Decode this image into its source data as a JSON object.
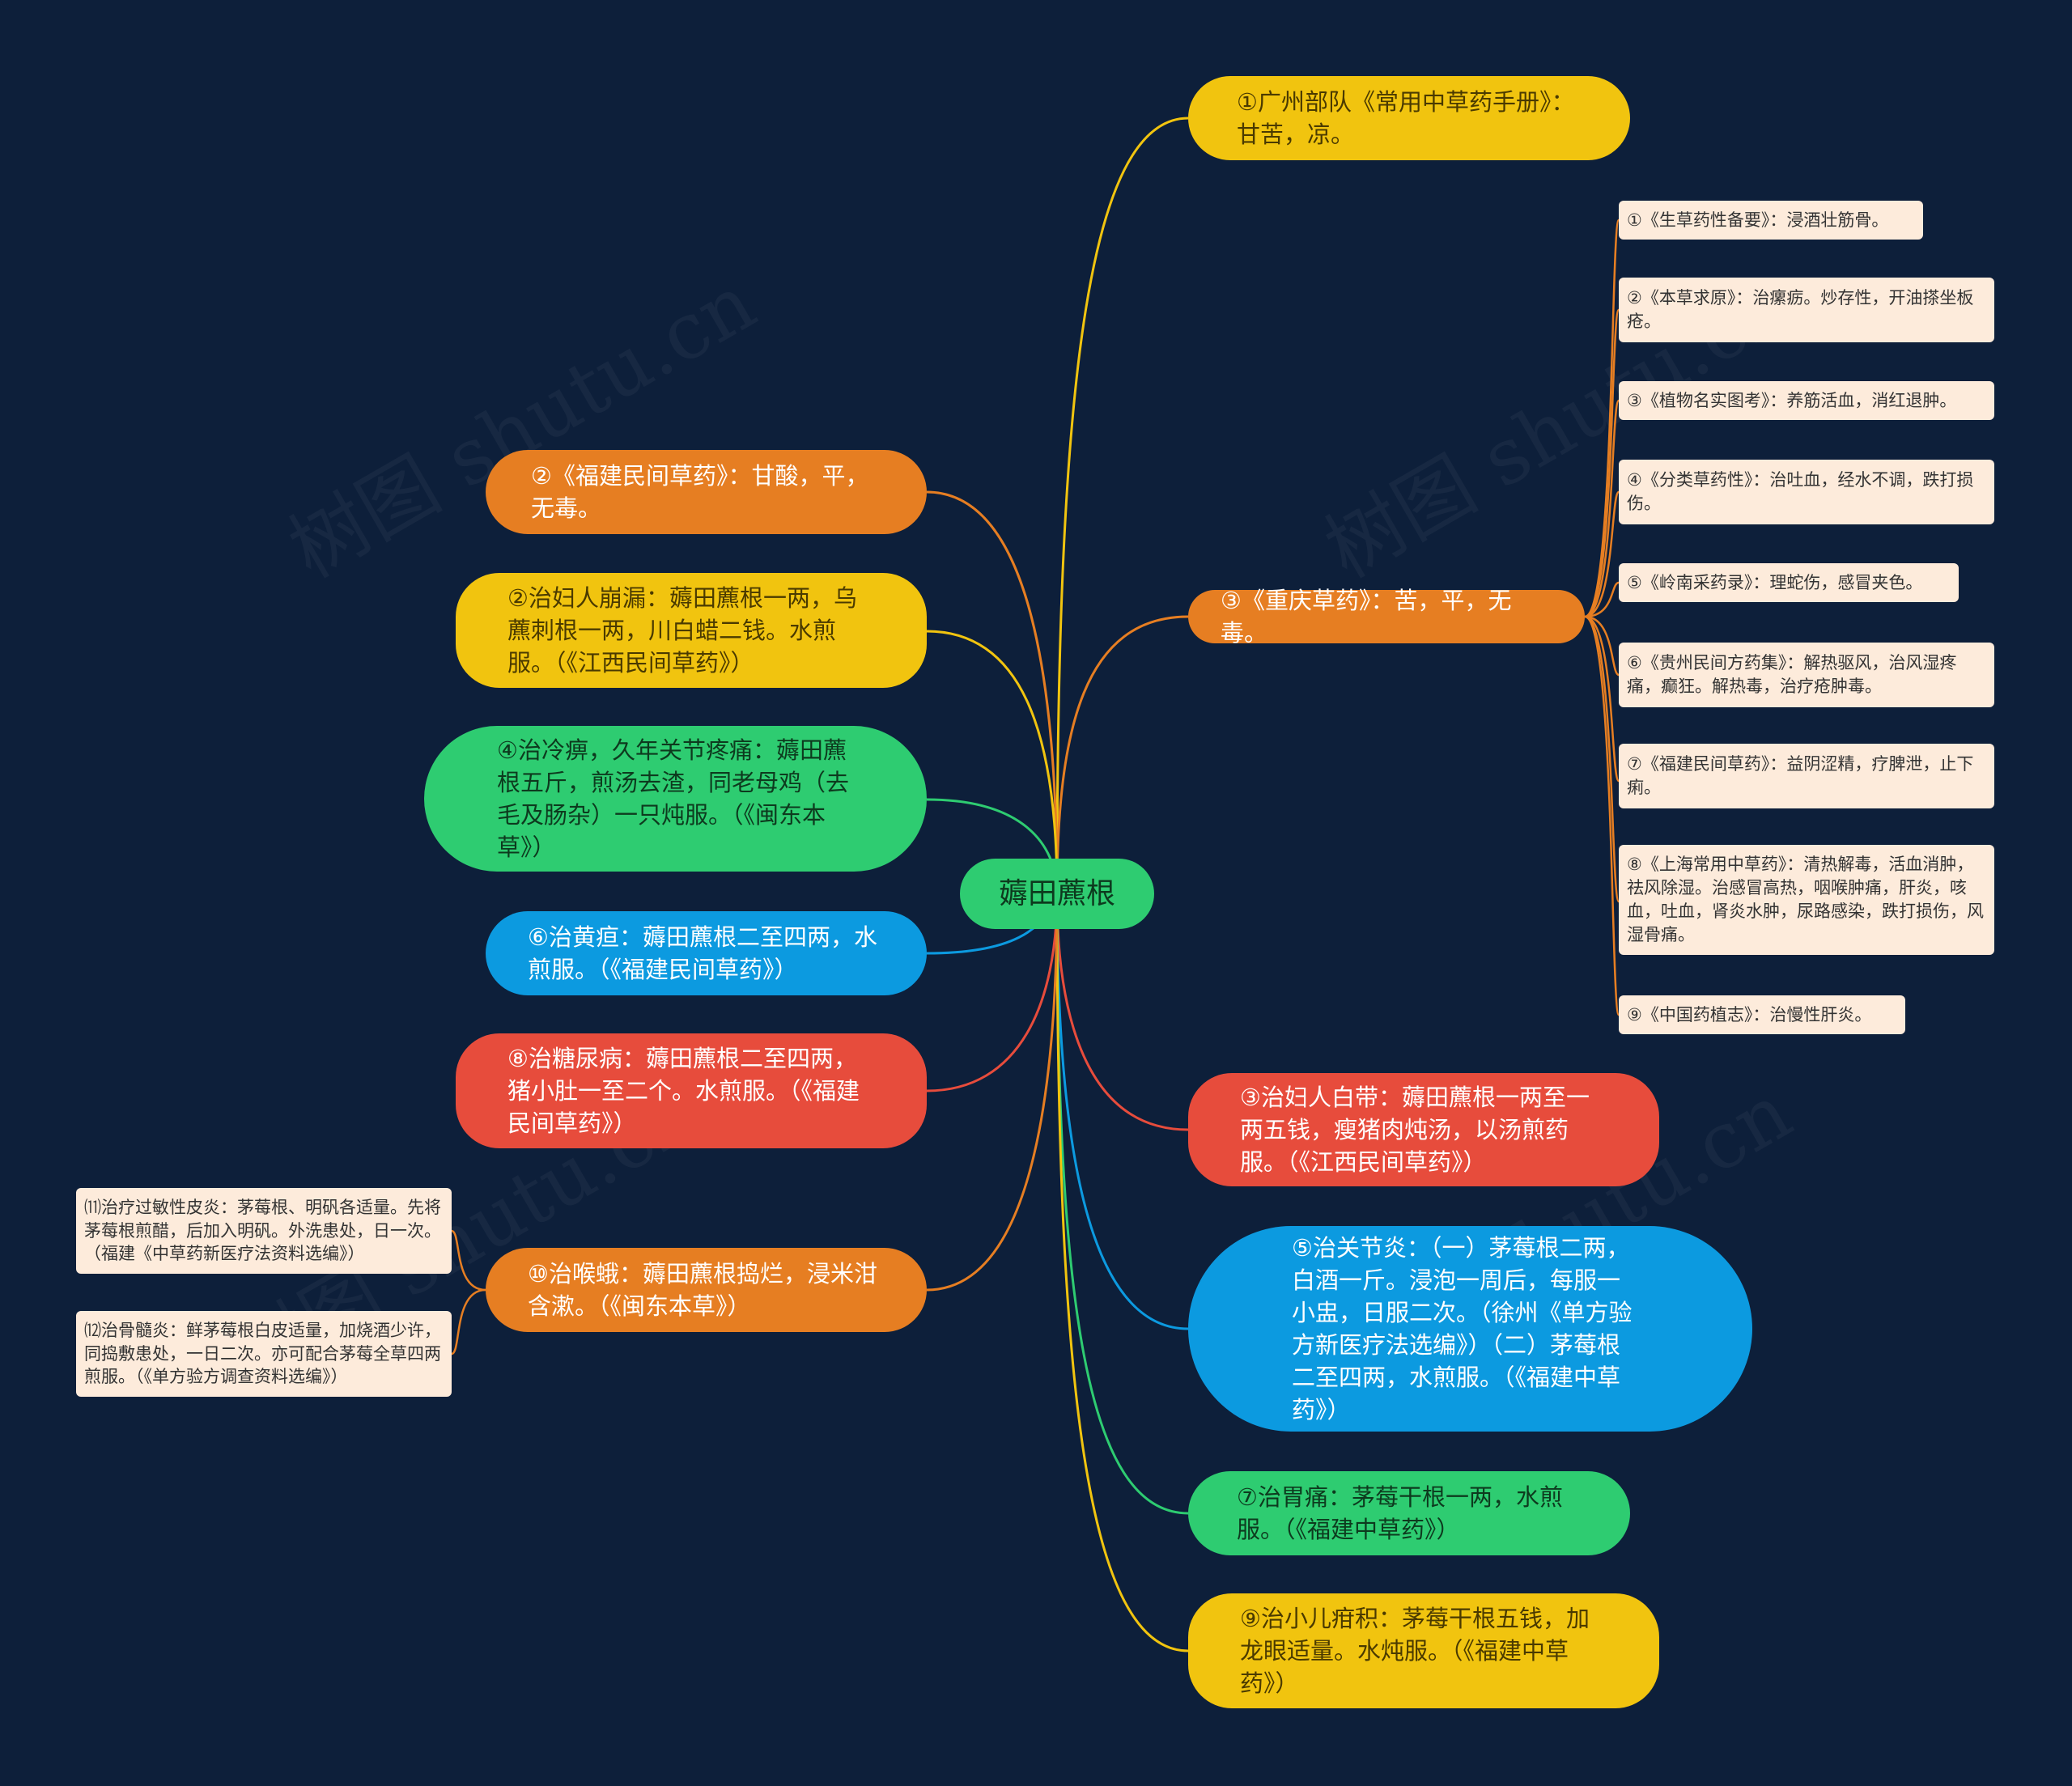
{
  "center": "薅田藨根",
  "right_nodes": [
    {
      "id": "r1",
      "text": "①广州部队《常用中草药手册》：甘苦，凉。"
    },
    {
      "id": "r2",
      "text": "③《重庆草药》：苦，平，无毒。"
    },
    {
      "id": "r3",
      "text": "③治妇人白带：薅田藨根一两至一两五钱，瘦猪肉炖汤，以汤煎药服。（《江西民间草药》）"
    },
    {
      "id": "r4",
      "text": "⑤治关节炎：（一）茅莓根二两，白酒一斤。浸泡一周后，每服一小盅，日服二次。（徐州《单方验方新医疗法选编》）（二）茅莓根二至四两，水煎服。（《福建中草药》）"
    },
    {
      "id": "r5",
      "text": "⑦治胃痛：茅莓干根一两，水煎服。（《福建中草药》）"
    },
    {
      "id": "r6",
      "text": "⑨治小儿疳积：茅莓干根五钱，加龙眼适量。水炖服。（《福建中草药》）"
    }
  ],
  "left_nodes": [
    {
      "id": "l1",
      "text": "②《福建民间草药》：甘酸，平，无毒。"
    },
    {
      "id": "l2",
      "text": "②治妇人崩漏：薅田藨根一两，乌藨刺根一两，川白蜡二钱。水煎服。（《江西民间草药》）"
    },
    {
      "id": "l3",
      "text": "④治冷痹，久年关节疼痛：薅田藨根五斤，煎汤去渣，同老母鸡（去毛及肠杂）一只炖服。（《闽东本草》）"
    },
    {
      "id": "l4",
      "text": "⑥治黄疸：薅田藨根二至四两，水煎服。（《福建民间草药》）"
    },
    {
      "id": "l5",
      "text": "⑧治糖尿病：薅田藨根二至四两，猪小肚一至二个。水煎服。（《福建民间草药》）"
    },
    {
      "id": "l6",
      "text": "⑩治喉蛾：薅田藨根捣烂，浸米泔含漱。（《闽东本草》）"
    }
  ],
  "sub_right": [
    {
      "id": "s1",
      "text": "①《生草药性备要》：浸酒壮筋骨。"
    },
    {
      "id": "s2",
      "text": "②《本草求原》：治瘰疬。炒存性，开油搽坐板疮。"
    },
    {
      "id": "s3",
      "text": "③《植物名实图考》：养筋活血，消红退肿。"
    },
    {
      "id": "s4",
      "text": "④《分类草药性》：治吐血，经水不调，跌打损伤。"
    },
    {
      "id": "s5",
      "text": "⑤《岭南采药录》：理蛇伤，感冒夹色。"
    },
    {
      "id": "s6",
      "text": "⑥《贵州民间方药集》：解热驱风，治风湿疼痛，癫狂。解热毒，治疗疮肿毒。"
    },
    {
      "id": "s7",
      "text": "⑦《福建民间草药》：益阴涩精，疗脾泄，止下痢。"
    },
    {
      "id": "s8",
      "text": "⑧《上海常用中草药》：清热解毒，活血消肿，祛风除湿。治感冒高热，咽喉肿痛，肝炎，咳血，吐血，肾炎水肿，尿路感染，跌打损伤，风湿骨痛。"
    },
    {
      "id": "s9",
      "text": "⑨《中国药植志》：治慢性肝炎。"
    }
  ],
  "sub_left": [
    {
      "id": "t1",
      "text": "⑾治疗过敏性皮炎：茅莓根、明矾各适量。先将茅莓根煎醋，后加入明矾。外洗患处，日一次。（福建《中草药新医疗法资料选编》）"
    },
    {
      "id": "t2",
      "text": "⑿治骨髓炎：鲜茅莓根白皮适量，加烧酒少许，同捣敷患处，一日二次。亦可配合茅莓全草四两煎服。（《单方验方调查资料选编》）"
    }
  ],
  "watermark": "树图 shutu.cn",
  "colors": {
    "background": "#0d1f3a",
    "yellow": "#f1c40f",
    "orange": "#e67e22",
    "green": "#2ecc71",
    "blue": "#0c9ae0",
    "red": "#e74c3c",
    "sub_node": "#fdebdb"
  }
}
